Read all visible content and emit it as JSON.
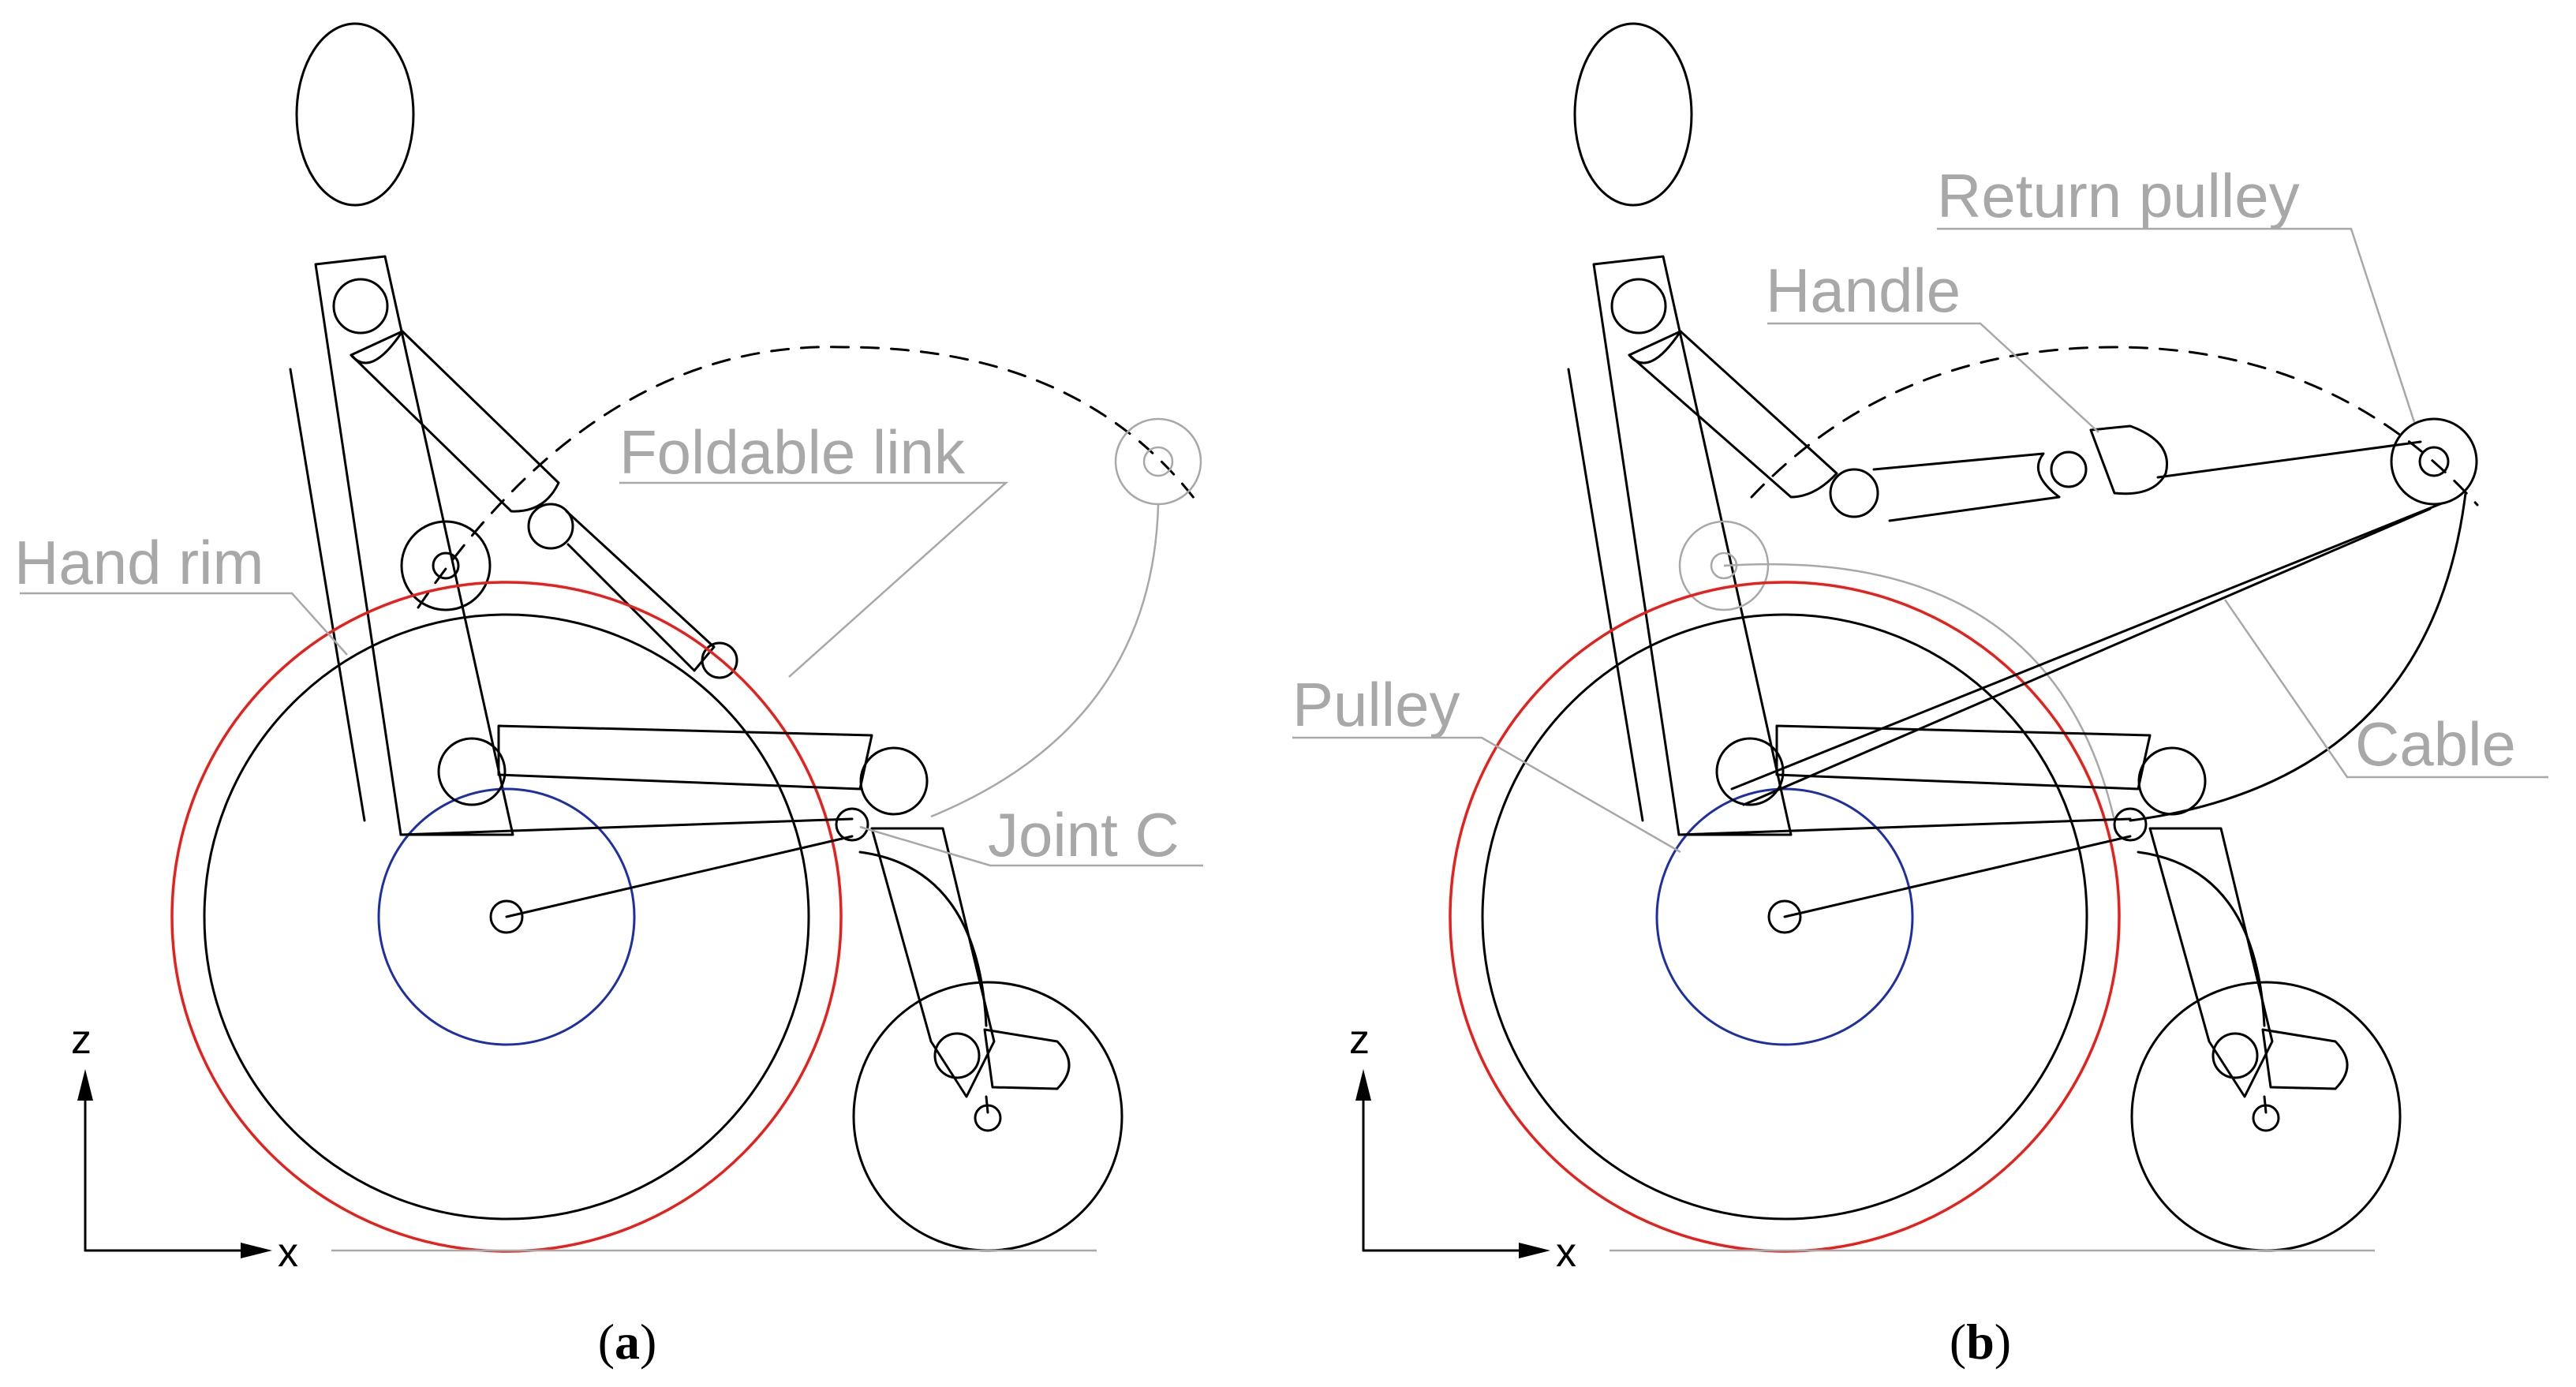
{
  "colors": {
    "ink": "#000000",
    "label_grey": "#a8a8a8",
    "hand_rim": "#e8201c",
    "pulley": "#1d2fa6"
  },
  "axes": {
    "z": "z",
    "x": "x"
  },
  "panel_a": {
    "caption_open": "(",
    "caption_letter": "a",
    "caption_close": ")",
    "labels": {
      "foldable_link": "Foldable link",
      "hand_rim": "Hand rim",
      "joint_c": "Joint C"
    }
  },
  "panel_b": {
    "caption_open": "(",
    "caption_letter": "b",
    "caption_close": ")",
    "labels": {
      "return_pulley": "Return pulley",
      "handle": "Handle",
      "pulley": "Pulley",
      "cable": "Cable"
    }
  }
}
